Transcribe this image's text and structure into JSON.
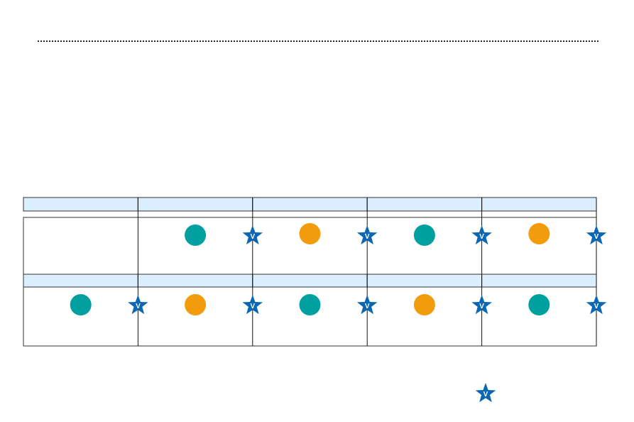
{
  "colors": {
    "header_fill": "#dbeeff",
    "frame_stroke": "#333333",
    "teal": "#00a0a0",
    "orange": "#f29b0c",
    "star": "#0a67b3",
    "star_letter": "#ffffff"
  },
  "icons": {
    "milestone": "v-star-icon",
    "event": "circle-icon"
  },
  "star_letter": "V",
  "columns": 5,
  "rows": [
    {
      "name": "row-1",
      "header_cells": [
        "",
        "",
        "",
        "",
        ""
      ],
      "columns": [
        {
          "circle": null,
          "star": false
        },
        {
          "circle": "teal",
          "star": true
        },
        {
          "circle": "orange",
          "star": true
        },
        {
          "circle": "teal",
          "star": true
        },
        {
          "circle": "orange",
          "star": true
        }
      ]
    },
    {
      "name": "row-2",
      "header_cells": [
        "",
        "",
        "",
        "",
        ""
      ],
      "columns": [
        {
          "circle": "teal",
          "star": true
        },
        {
          "circle": "orange",
          "star": true
        },
        {
          "circle": "teal",
          "star": true
        },
        {
          "circle": "orange",
          "star": true
        },
        {
          "circle": "teal",
          "star": true
        }
      ]
    }
  ]
}
